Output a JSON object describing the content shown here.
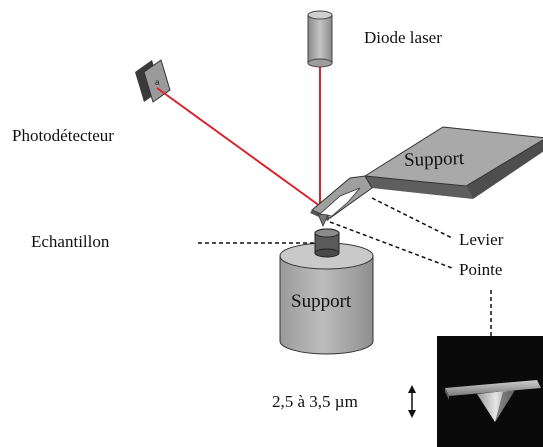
{
  "labels": {
    "diode_laser": "Diode laser",
    "photodetector": "Photodétecteur",
    "cantilever_support": "Support",
    "sample": "Echantillon",
    "lever": "Levier",
    "tip": "Pointe",
    "sample_support": "Support",
    "tip_height": "2,5 à 3,5 µm"
  },
  "colors": {
    "laser_beam": "#d8242f",
    "body_gray": "#a9a9a9",
    "dark_gray": "#555555",
    "sem_background": "#0a0a0a"
  },
  "icons": {
    "height_indicator": "double-arrow-vertical-icon"
  }
}
